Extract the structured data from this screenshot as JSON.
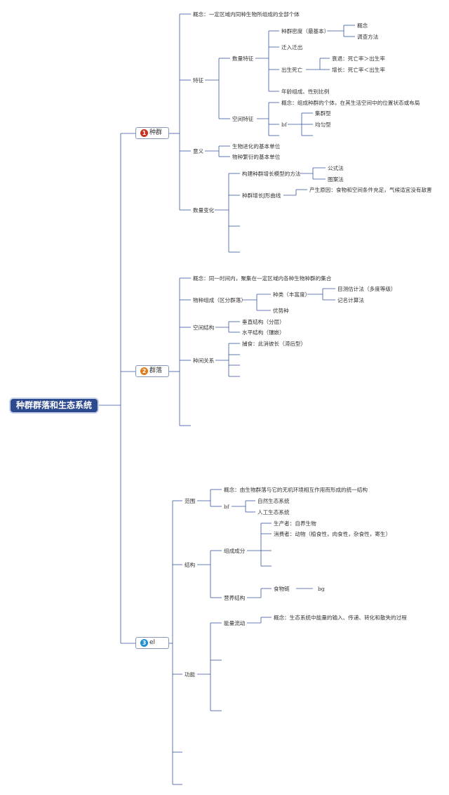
{
  "root": "种群群落和生态系统",
  "branches": [
    {
      "num": "1",
      "label": "种群",
      "color": "#c8321e"
    },
    {
      "num": "2",
      "label": "群落",
      "color": "#e07b1c"
    },
    {
      "num": "3",
      "label": "el",
      "color": "#1e8fd0"
    }
  ],
  "population": {
    "concept": "概念：一定区域内同种生物所组成的全部个体",
    "traits": "特征",
    "quantity_traits": "数量特征",
    "density": "种群密度（最基本）",
    "density_concept": "概念",
    "density_survey": "调查方法",
    "migration": "迁入迁出",
    "birth_death": "出生死亡",
    "decline": "衰退：死亡率＞出生率",
    "growth": "增长：死亡率＜出生率",
    "age_sex": "年龄组成、性别比例",
    "spatial_traits": "空间特征",
    "spatial_concept": "概念：组成种群的个体，在其生活空间中的位置状态或布局",
    "bf": "bf",
    "clustered": "集群型",
    "uniform": "均匀型",
    "meaning": "意义",
    "evolution_unit": "生物进化的基本单位",
    "reproduction_unit": "物种繁衍的基本单位",
    "quantity_change": "数量变化",
    "build_model": "构建种群增长模型的方法",
    "formula": "公式法",
    "graph": "图案法",
    "j_curve": "种群增长J形曲线",
    "cause": "产生原因：食物和空间条件充足，气候适宜没有敌害"
  },
  "community": {
    "concept": "概念：同一时间内，聚集在一定区域内各种生物种群的集合",
    "composition": "物种组成（区分群落）",
    "richness": "种类（丰富度）",
    "visual_estimate": "目测估计法（多度等级）",
    "count_method": "记名计算法",
    "dominant": "优势种",
    "spatial_structure": "空间结构",
    "vertical": "垂直结构（分层）",
    "horizontal": "水平结构（镶嵌）",
    "relations": "种间关系",
    "predation": "捕食：此消彼长（滞后型）"
  },
  "ecosystem": {
    "scope": "范围",
    "concept": "概念：由生物群落与它的无机环境相互作用而形成的统一结构",
    "bf": "bf",
    "natural": "自然生态系统",
    "artificial": "人工生态系统",
    "structure": "结构",
    "components": "组成成分",
    "producer": "生产者：自养生物",
    "consumer": "消费者：动物（植食性，肉食性，杂食性，寄生）",
    "trophic": "营养结构",
    "food_chain": "食物链",
    "bg": "bg",
    "function": "功能",
    "energy_flow": "能量流动",
    "energy_concept": "概念：生态系统中能量的输入、传递、转化和散失的过程"
  },
  "colors": {
    "line": "#3a55a0",
    "root_bg": "#2e4a8e",
    "text": "#333333"
  }
}
